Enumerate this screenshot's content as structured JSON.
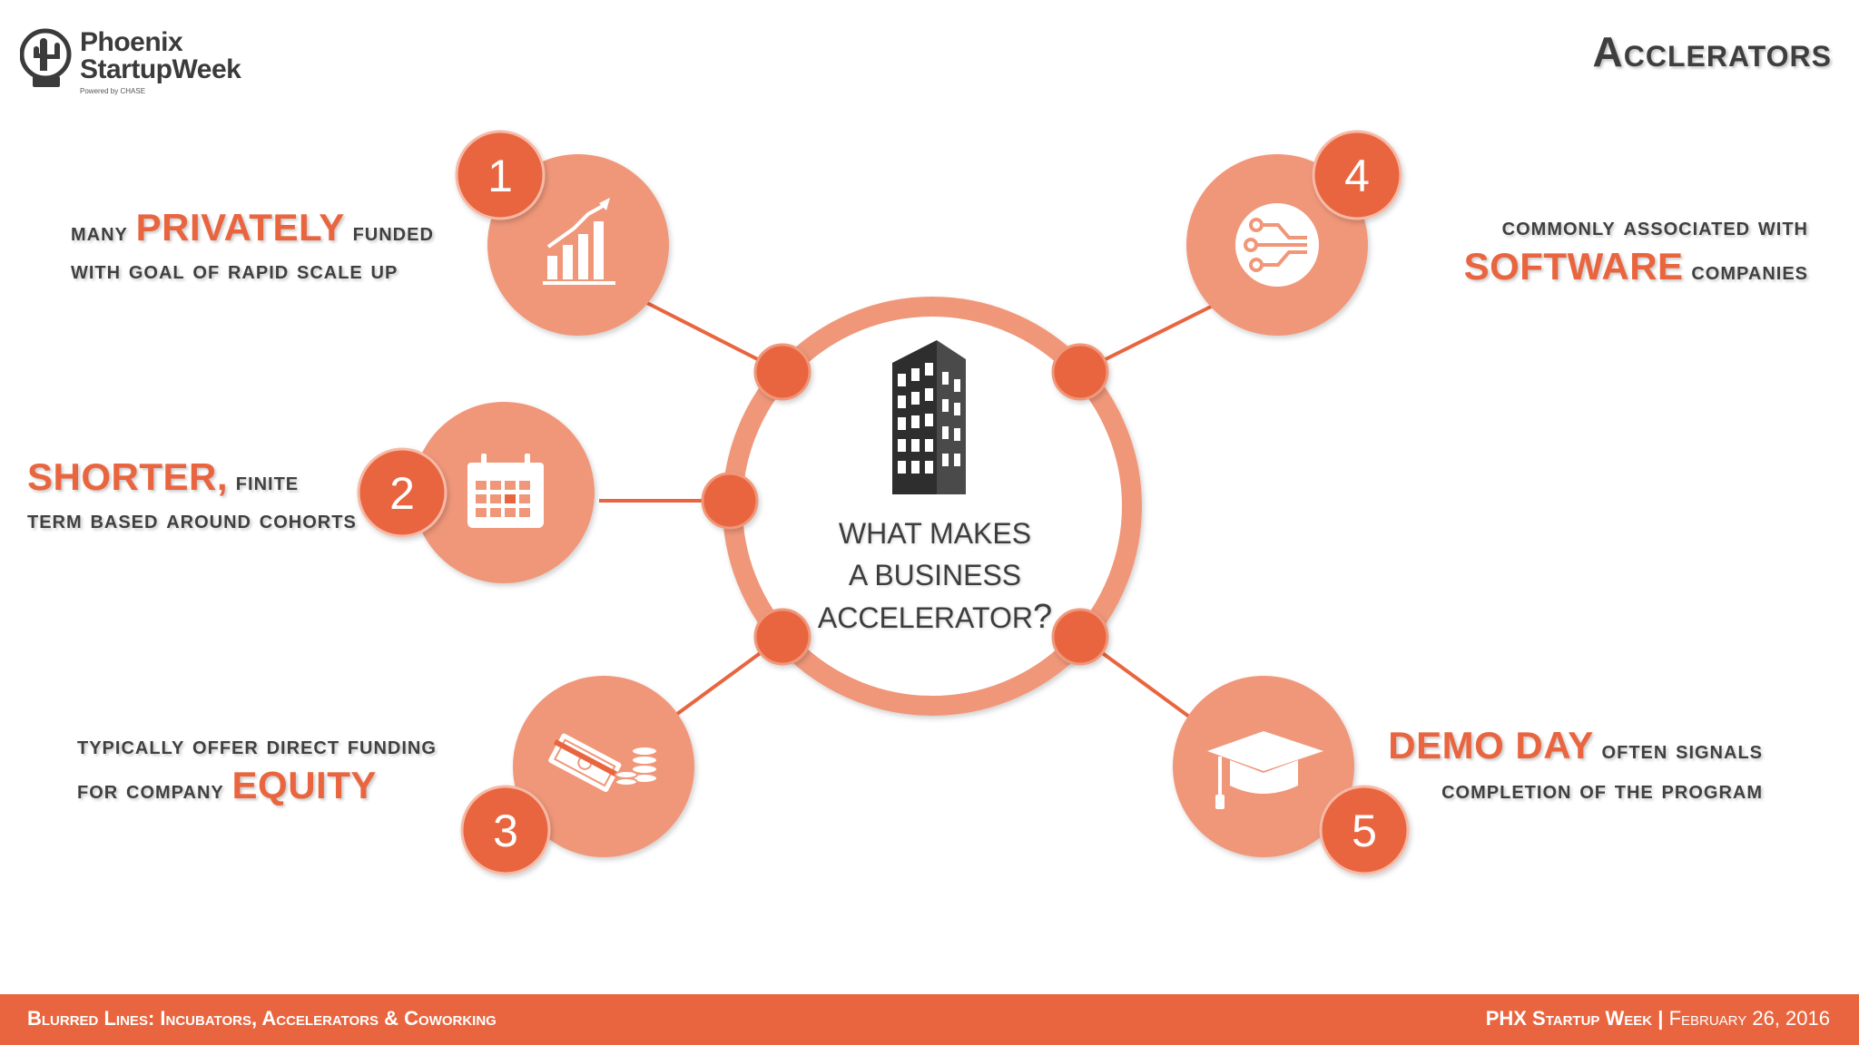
{
  "logo": {
    "line1": "Phoenix",
    "line2": "StartupWeek",
    "line3": "Powered by CHASE"
  },
  "title": "Acclerators",
  "center": {
    "line1": "WHAT MAKES",
    "line2": "A BUSINESS",
    "line3": "ACCELERATOR",
    "mark": "?"
  },
  "nodes": [
    {
      "number": "1",
      "icon": "growth-chart-icon"
    },
    {
      "number": "2",
      "icon": "calendar-icon"
    },
    {
      "number": "3",
      "icon": "money-icon"
    },
    {
      "number": "4",
      "icon": "circuit-icon"
    },
    {
      "number": "5",
      "icon": "graduation-cap-icon"
    }
  ],
  "items": {
    "one": {
      "pre": "many",
      "highlight": "PRIVATELY",
      "post": "funded",
      "line2": "with goal of rapid scale up"
    },
    "two": {
      "highlight": "SHORTER,",
      "post": "finite",
      "line2": "term based around cohorts"
    },
    "three": {
      "line1": "typically offer direct funding",
      "pre": "for company",
      "highlight": "EQUITY"
    },
    "four": {
      "line1": "commonly associated with",
      "highlight": "SOFTWARE",
      "post": "companies"
    },
    "five": {
      "highlight": "DEMO DAY",
      "post": "often signals",
      "line2": "completion of the program"
    }
  },
  "footer": {
    "left": "Blurred Lines: Incubators, Accelerators & Coworking",
    "right_event": "PHX Startup Week",
    "separator": "|",
    "right_date": "February 26, 2016"
  },
  "colors": {
    "accent": "#e9653f",
    "node_fill": "#f0977a",
    "dark_text": "#404040"
  }
}
